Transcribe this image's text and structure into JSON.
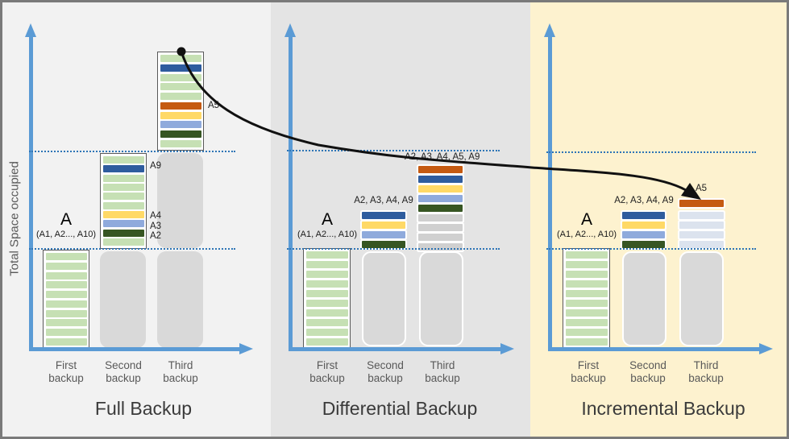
{
  "palette": {
    "green": "#c6e0b4",
    "blue": "#2e5c9e",
    "yellow": "#ffd966",
    "ltblue": "#8faadc",
    "dkgreen": "#375623",
    "orange": "#c55a11",
    "gray": "#d0d0d0",
    "pale": "#dce3ee"
  },
  "colors": {
    "axis": "#5b9bd5",
    "dotted_line": "#2e75b6",
    "ghost": "#d9d9d9",
    "panel_full_bg": "#f2f2f2",
    "panel_differential_bg": "#e4e4e4",
    "panel_incremental_bg": "#fdf2cf",
    "curve": "#111111"
  },
  "axis": {
    "y_label": "Total Space occupied"
  },
  "labels": {
    "a": "A",
    "a_sub": "(A1, A2..., A10)",
    "first": "First backup",
    "second": "Second backup",
    "third": "Third backup"
  },
  "panels": {
    "full": {
      "title": "Full Backup",
      "ann": {
        "a9": "A9",
        "a4": "A4",
        "a3": "A3",
        "a2": "A2",
        "a5": "A5"
      }
    },
    "differential": {
      "title": "Differential Backup",
      "ann": {
        "second": "A2, A3, A4, A9",
        "third": "A2, A3, A4, A5, A9"
      }
    },
    "incremental": {
      "title": "Incremental Backup",
      "ann": {
        "second": "A2, A3, A4, A9",
        "third": "A5"
      }
    }
  },
  "bars": {
    "full_first": [
      "green",
      "green",
      "green",
      "green",
      "green",
      "green",
      "green",
      "green",
      "green",
      "green"
    ],
    "full_second": [
      "green",
      "blue",
      "green",
      "green",
      "green",
      "green",
      "yellow",
      "ltblue",
      "dkgreen",
      "green"
    ],
    "full_third": [
      "green",
      "blue",
      "green",
      "green",
      "green",
      "orange",
      "yellow",
      "ltblue",
      "dkgreen",
      "green"
    ],
    "diff_first": [
      "green",
      "green",
      "green",
      "green",
      "green",
      "green",
      "green",
      "green",
      "green",
      "green"
    ],
    "diff_second": [
      "blue",
      "yellow",
      "ltblue",
      "dkgreen"
    ],
    "diff_third": [
      "orange",
      "blue",
      "yellow",
      "ltblue",
      "dkgreen",
      "gray",
      "gray",
      "gray",
      "gray"
    ],
    "incr_first": [
      "green",
      "green",
      "green",
      "green",
      "green",
      "green",
      "green",
      "green",
      "green",
      "green"
    ],
    "incr_second": [
      "blue",
      "yellow",
      "ltblue",
      "dkgreen"
    ],
    "incr_third": [
      "orange",
      "pale",
      "pale",
      "pale",
      "pale"
    ]
  }
}
